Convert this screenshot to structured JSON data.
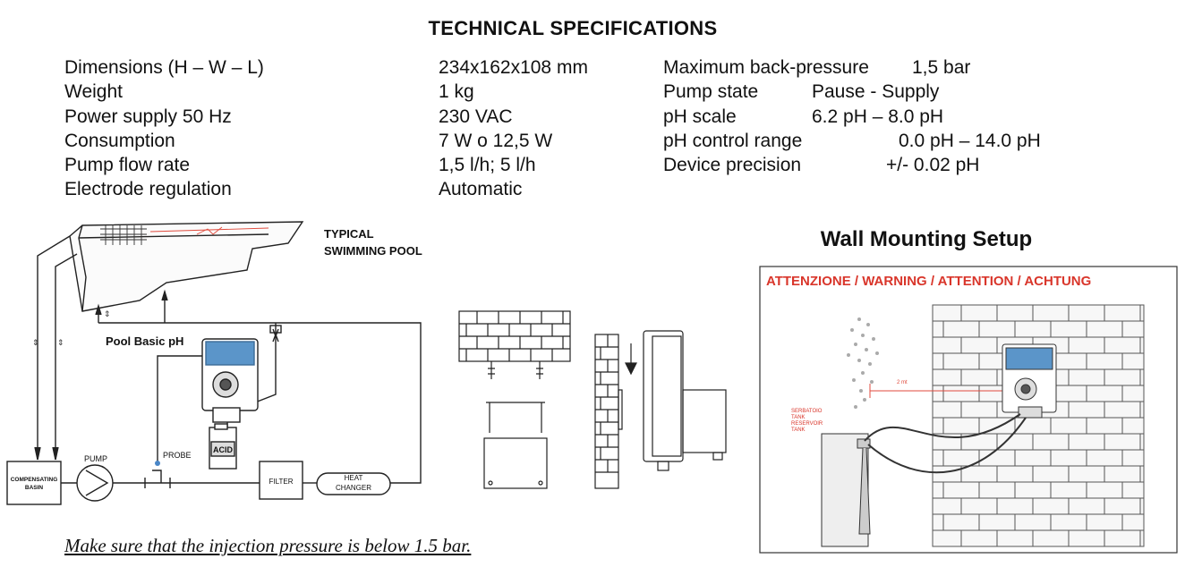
{
  "header": {
    "title": "TECHNICAL SPECIFICATIONS"
  },
  "specs_left": [
    {
      "label": "Dimensions (H – W – L)",
      "value": "234x162x108 mm"
    },
    {
      "label": "Weight",
      "value": "1 kg"
    },
    {
      "label": "Power supply 50 Hz",
      "value": "230 VAC"
    },
    {
      "label": "Consumption",
      "value": "7 W o 12,5 W"
    },
    {
      "label": "Pump flow rate",
      "value": "1,5 l/h; 5 l/h"
    },
    {
      "label": "Electrode regulation",
      "value": "Automatic"
    }
  ],
  "specs_right": [
    {
      "label": "Maximum back-pressure",
      "value": "1,5 bar"
    },
    {
      "label": "Pump state",
      "value": "Pause - Supply"
    },
    {
      "label": "pH scale",
      "value": "6.2 pH – 8.0 pH"
    },
    {
      "label": "pH control range",
      "value": "0.0 pH – 14.0 pH"
    },
    {
      "label": "Device precision",
      "value": "+/- 0.02 pH"
    }
  ],
  "pool_diagram": {
    "pool_label_line1": "TYPICAL",
    "pool_label_line2": "SWIMMING POOL",
    "device_label": "Pool Basic pH",
    "pump_label": "PUMP",
    "probe_label": "PROBE",
    "acid_label": "ACID",
    "basin_line1": "COMPENSATING",
    "basin_line2": "BASIN",
    "filter_label": "FILTER",
    "heat_line1": "HEAT",
    "heat_line2": "CHANGER"
  },
  "wall": {
    "title": "Wall Mounting Setup",
    "warning": "ATTENZIONE / WARNING / ATTENTION / ACHTUNG",
    "tank_lines": [
      "SERBATOIO",
      "TANK",
      "RESERVOIR",
      "TANK"
    ],
    "distance": "2 mt"
  },
  "footer": {
    "note": "Make sure that the injection pressure is below 1.5 bar."
  },
  "colors": {
    "warning_red": "#d9362b",
    "device_blue": "#5b95c9",
    "dim_red": "#e04a3c"
  }
}
